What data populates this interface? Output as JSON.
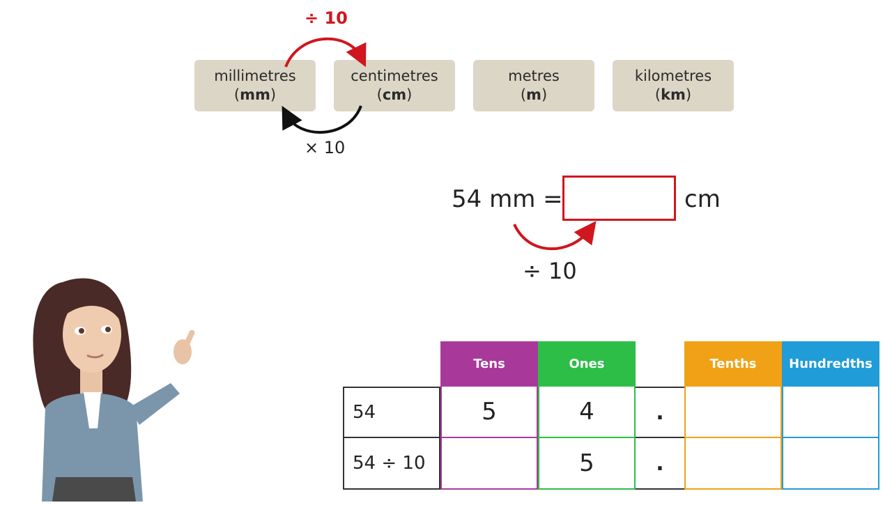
{
  "units": [
    {
      "name": "millimetres",
      "abbr": "mm"
    },
    {
      "name": "centimetres",
      "abbr": "cm"
    },
    {
      "name": "metres",
      "abbr": "m"
    },
    {
      "name": "kilometres",
      "abbr": "km"
    }
  ],
  "top_arrow_label": "÷ 10",
  "bottom_arrow_label": "× 10",
  "equation": {
    "left": "54 mm =",
    "answer": "",
    "unit": "cm",
    "operation": "÷ 10"
  },
  "place_value": {
    "headers": [
      "Tens",
      "Ones",
      "Tenths",
      "Hundredths"
    ],
    "header_colors": [
      "#a8399a",
      "#2dbe48",
      "#f0a116",
      "#209cd8"
    ],
    "decimal_point": ".",
    "rows": [
      {
        "label": "54",
        "tens": "5",
        "ones": "4",
        "tenths": "",
        "hundredths": ""
      },
      {
        "label": "54 ÷ 10",
        "tens": "",
        "ones": "5",
        "tenths": "",
        "hundredths": ""
      }
    ]
  },
  "colors": {
    "accent_red": "#d0161e",
    "box_beige": "#dcd6c6"
  }
}
